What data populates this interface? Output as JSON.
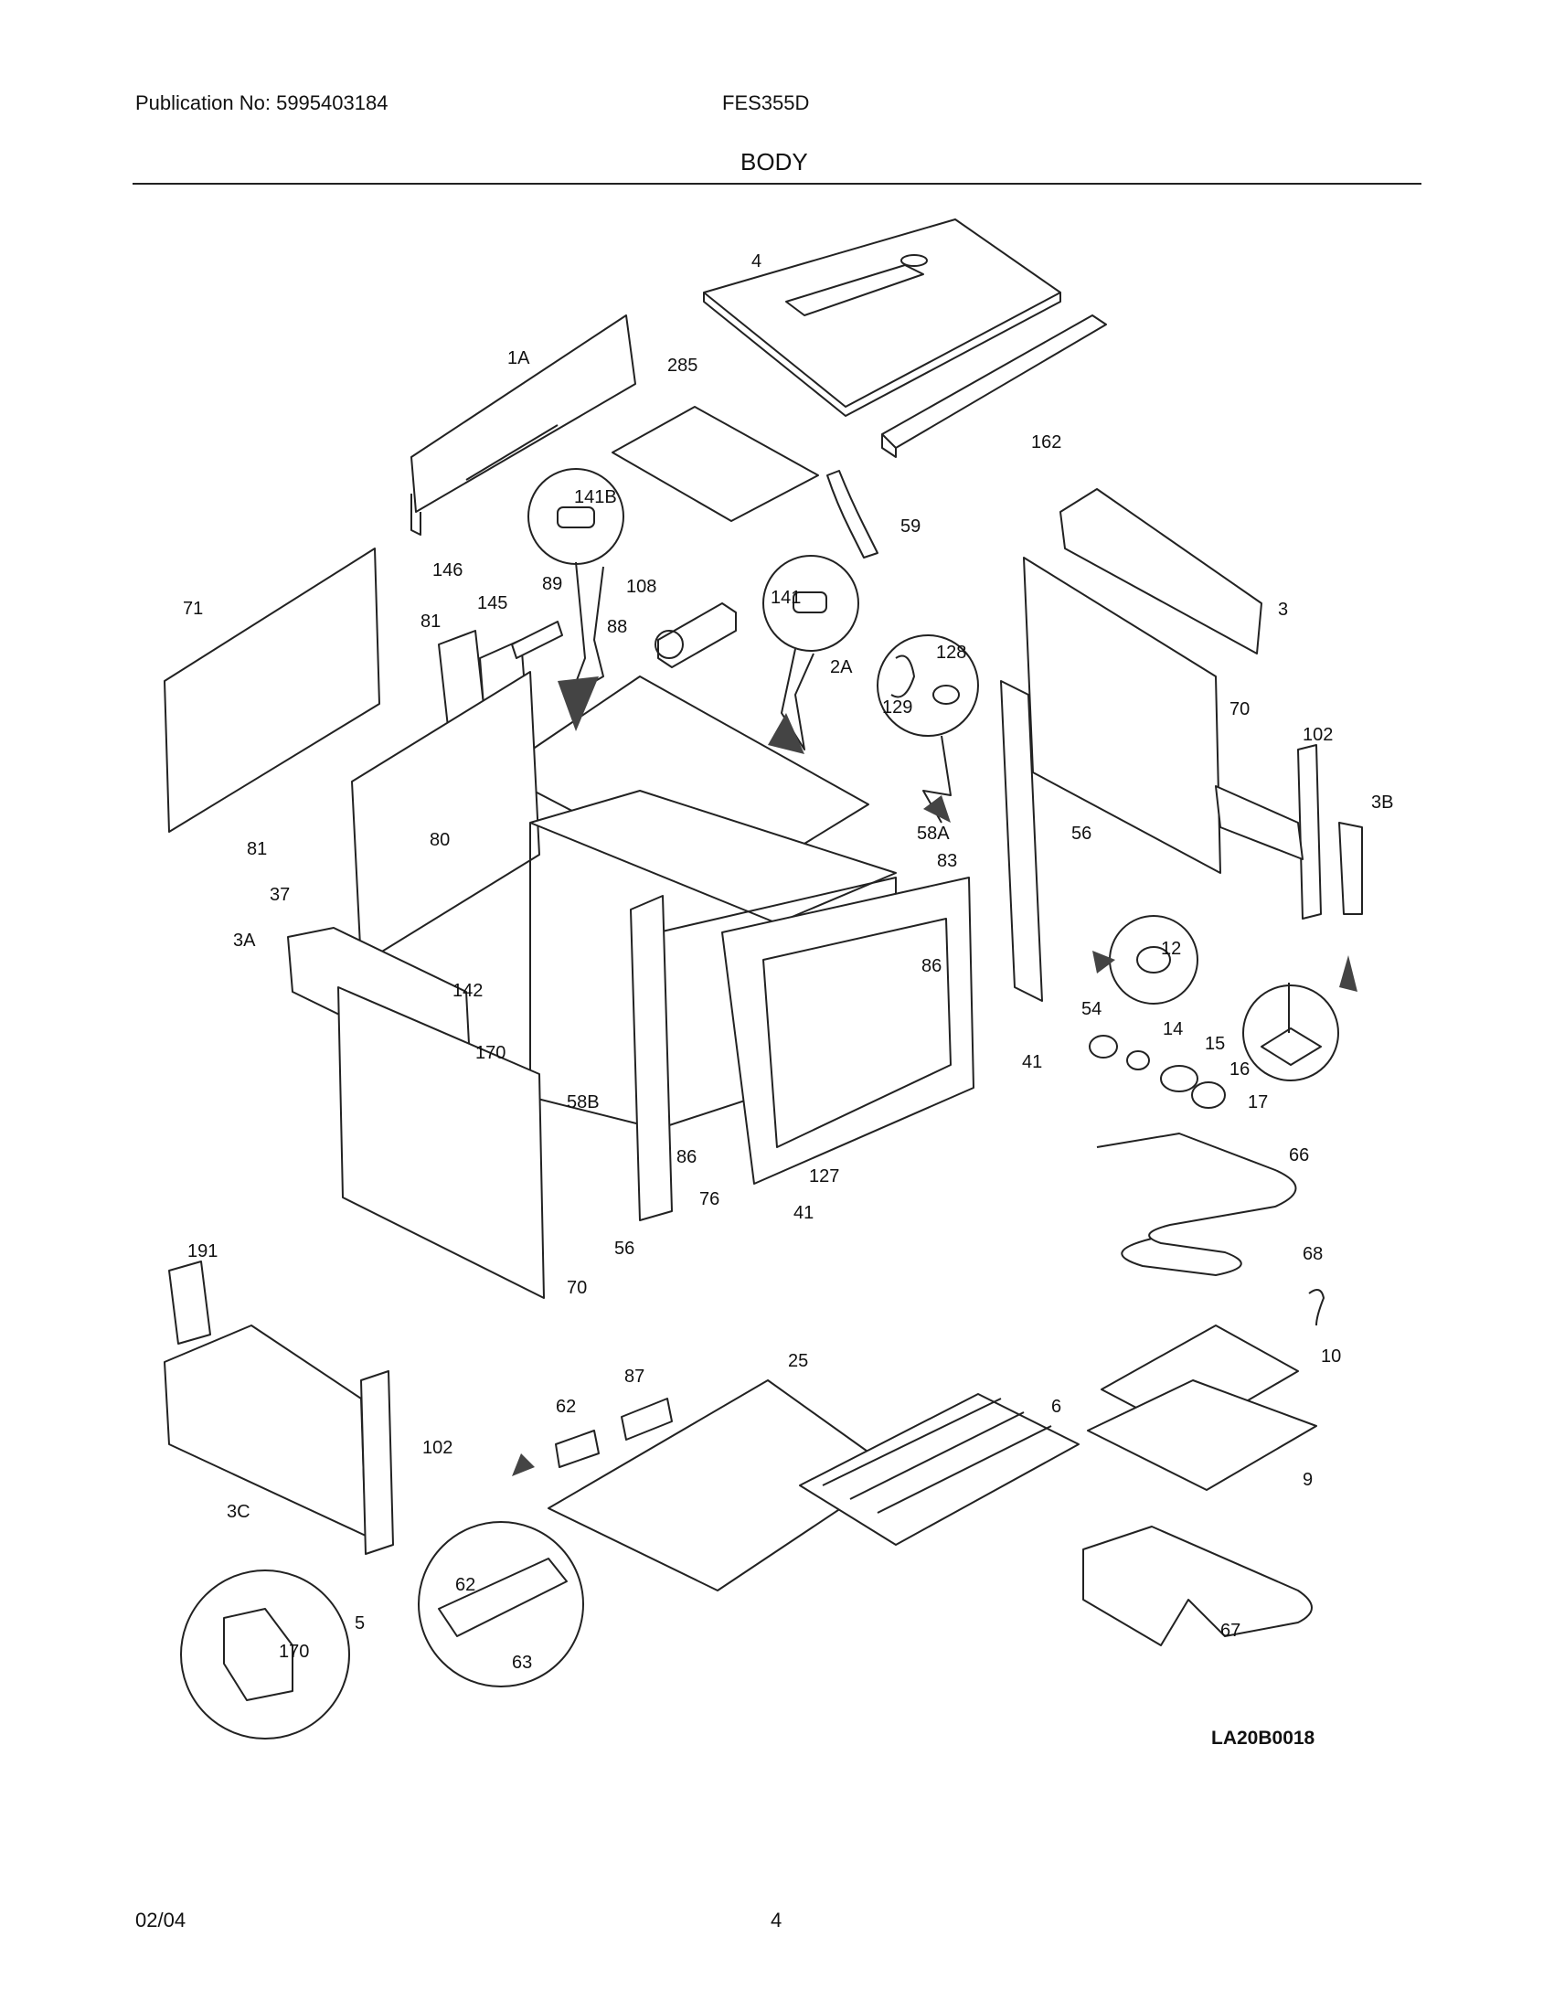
{
  "header": {
    "publication": "Publication No: 5995403184",
    "model": "FES355D",
    "section": "BODY"
  },
  "diagram": {
    "code": "LA20B0018",
    "callouts": [
      "4",
      "1A",
      "285",
      "162",
      "141B",
      "59",
      "146",
      "89",
      "108",
      "141",
      "128",
      "71",
      "81",
      "145",
      "88",
      "2A",
      "3",
      "70",
      "129",
      "102",
      "3B",
      "58A",
      "80",
      "81",
      "56",
      "37",
      "83",
      "12",
      "3A",
      "142",
      "86",
      "54",
      "14",
      "15",
      "16",
      "41",
      "170",
      "58B",
      "17",
      "66",
      "86",
      "127",
      "76",
      "41",
      "56",
      "70",
      "68",
      "191",
      "87",
      "25",
      "10",
      "62",
      "6",
      "102",
      "9",
      "3C",
      "62",
      "5",
      "67",
      "170",
      "63"
    ]
  },
  "footer": {
    "date": "02/04",
    "page": "4"
  }
}
